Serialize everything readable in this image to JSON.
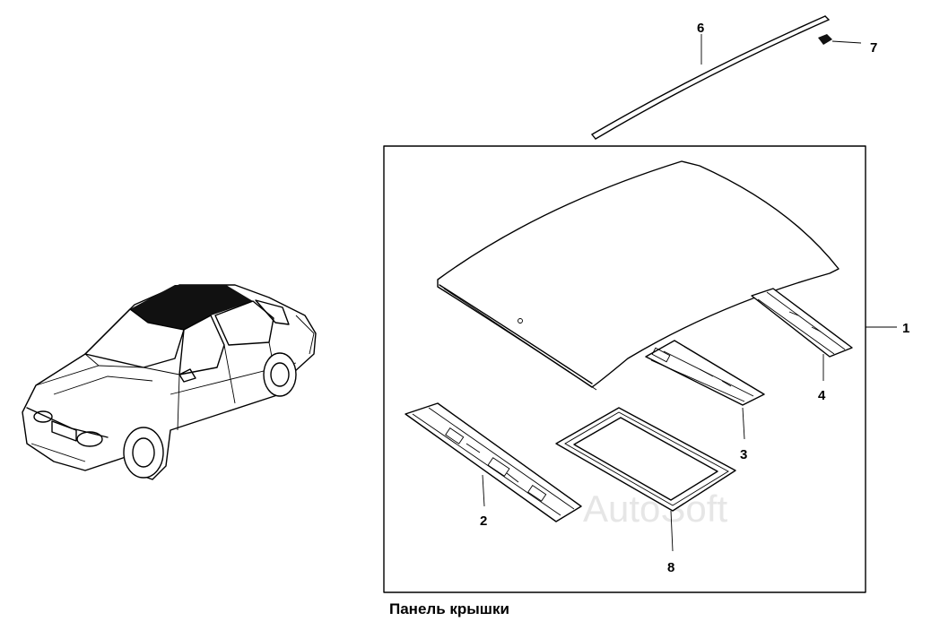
{
  "caption": "Панель крышки",
  "watermark": "AutoSoft",
  "callouts": [
    {
      "id": "1",
      "label": "1"
    },
    {
      "id": "2",
      "label": "2"
    },
    {
      "id": "3",
      "label": "3"
    },
    {
      "id": "4",
      "label": "4"
    },
    {
      "id": "6",
      "label": "6"
    },
    {
      "id": "7",
      "label": "7"
    },
    {
      "id": "8",
      "label": "8"
    }
  ],
  "colors": {
    "line": "#000000",
    "background": "#ffffff",
    "roof_highlight": "#111111"
  }
}
